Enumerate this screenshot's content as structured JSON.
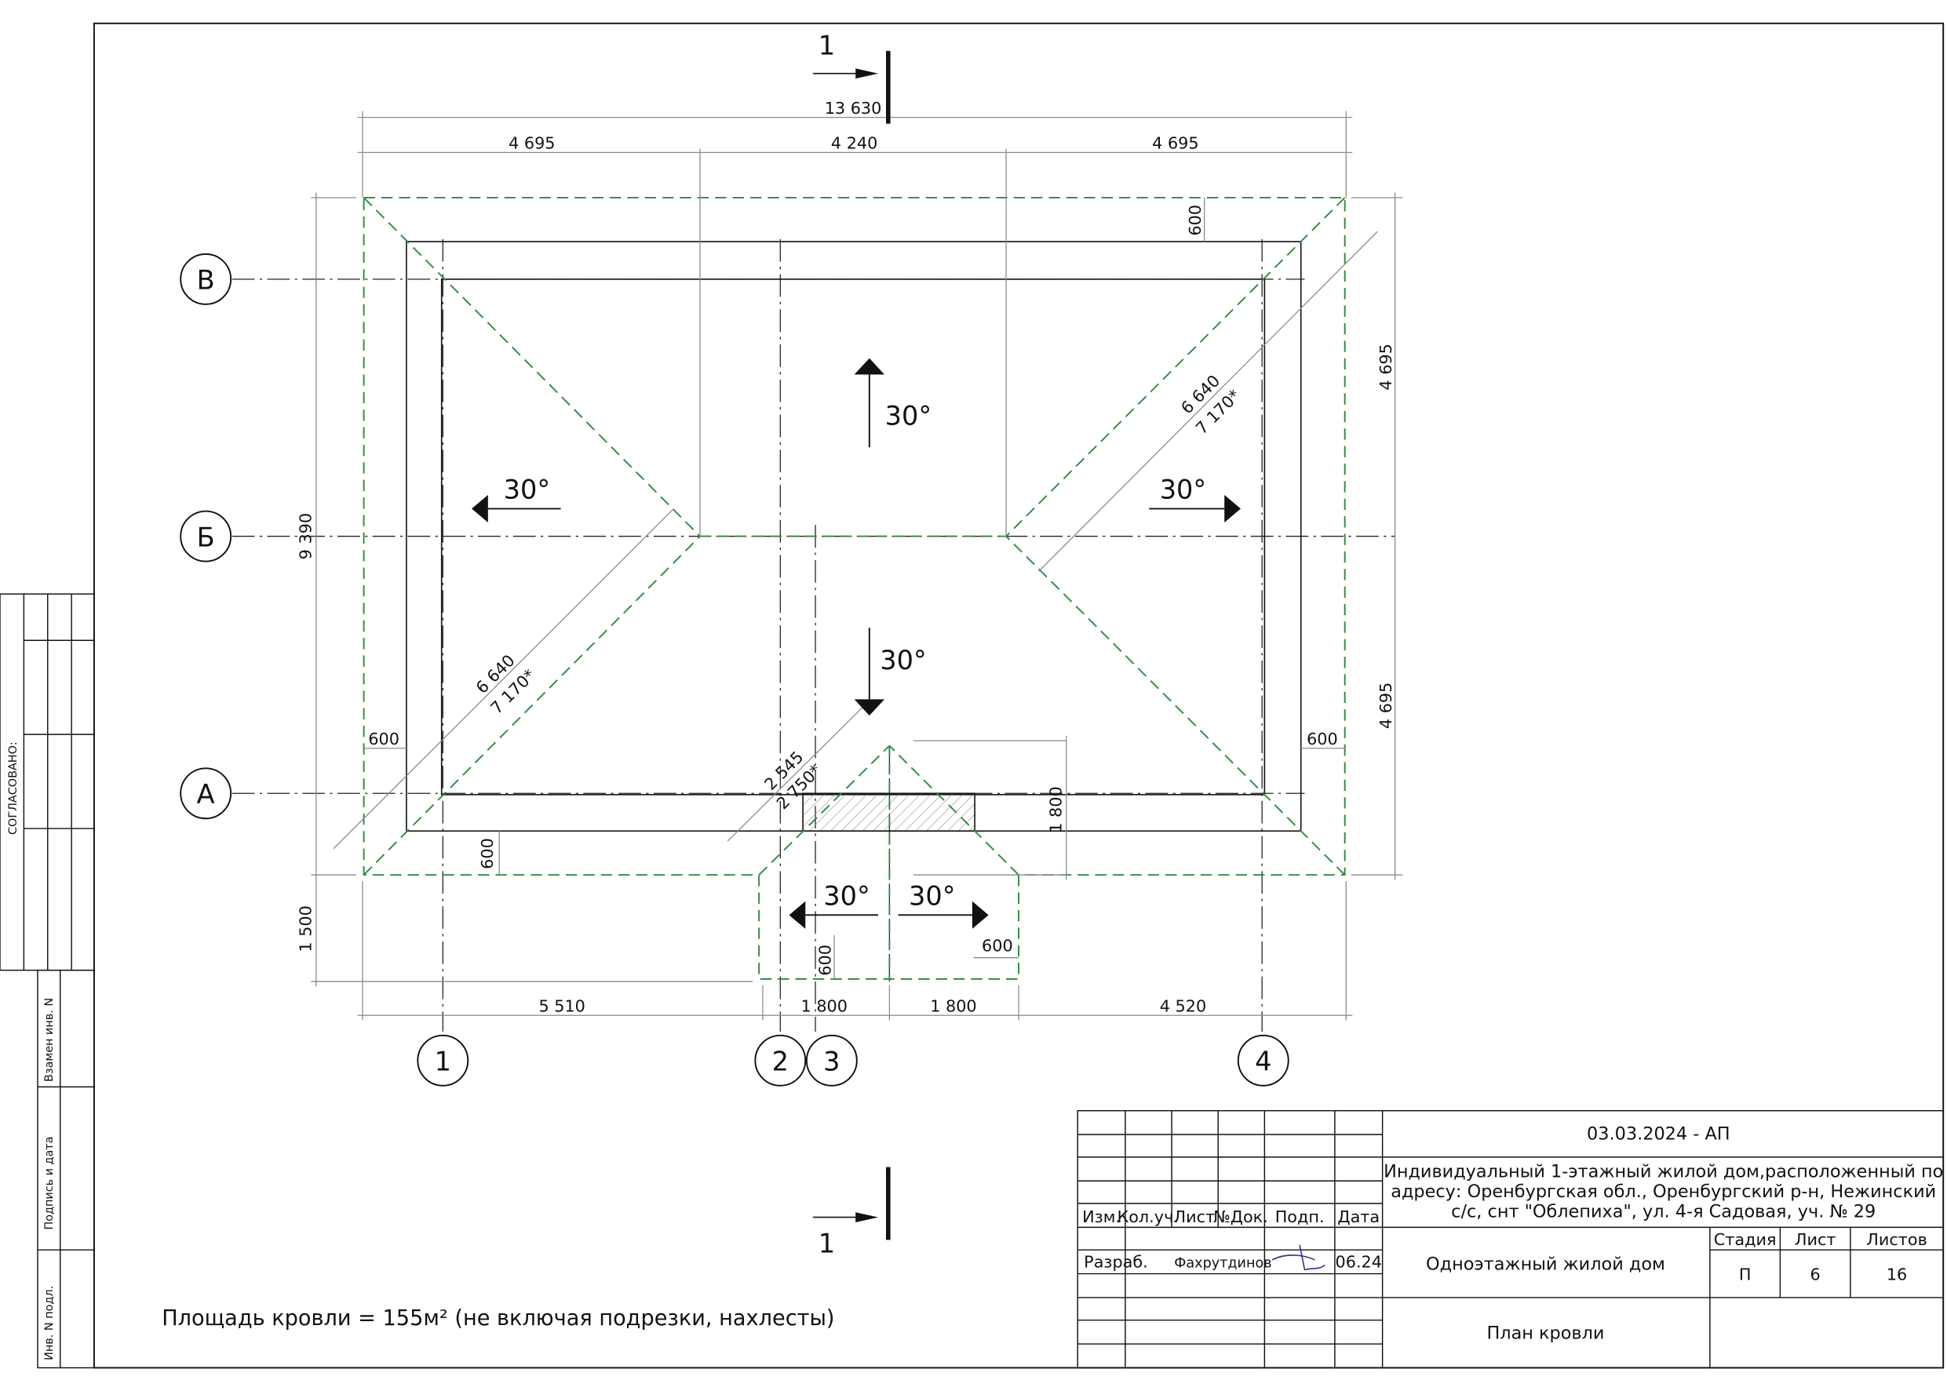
{
  "section": {
    "label_top": "1",
    "label_bottom": "1"
  },
  "dimensions": {
    "overall_width": "13 630",
    "top_segments": [
      "4 695",
      "4 240",
      "4 695"
    ],
    "bottom_segments": [
      "5 510",
      "1 800",
      "1 800",
      "4 520"
    ],
    "left_height": "9 390",
    "left_porch": "1 500",
    "right_segments": [
      "4 695",
      "4 695"
    ],
    "overhangs": [
      "600",
      "600",
      "600",
      "600",
      "600",
      "600"
    ],
    "porch_height": "1 800",
    "hip_ne": [
      "6 640",
      "7 170*"
    ],
    "hip_sw": [
      "6 640",
      "7 170*"
    ],
    "porch_hip": [
      "2 545",
      "2 750*"
    ]
  },
  "slopes": [
    "30°",
    "30°",
    "30°",
    "30°",
    "30°",
    "30°"
  ],
  "axes": {
    "rows": [
      "В",
      "Б",
      "А"
    ],
    "cols": [
      "1",
      "2",
      "3",
      "4"
    ]
  },
  "side_stamp": {
    "agreed": "СОГЛАСОВАНО:",
    "replaced_inv": "Взамен инв. N",
    "sign_date": "Подпись и дата",
    "inv_no": "Инв. N подл."
  },
  "note": "Площадь кровли = 155м² (не включая подрезки, нахлесты)",
  "title_block": {
    "doc_code": "03.03.2024 - АП",
    "project_line1": "Индивидуальный 1-этажный жилой дом,расположенный по",
    "project_line2": "адресу: Оренбургская обл., Оренбургский р-н, Нежинский",
    "project_line3": "с/с, снт \"Облепиха\", ул. 4-я Садовая, уч. № 29",
    "headers": [
      "Изм.",
      "Кол.уч.",
      "Лист",
      "№Док.",
      "Подп.",
      "Дата"
    ],
    "developer_role": "Разраб.",
    "developer_name": "Фахрутдинов",
    "date": "06.24",
    "building": "Одноэтажный жилой дом",
    "stage_label": "Стадия",
    "sheet_label": "Лист",
    "sheets_label": "Листов",
    "stage": "П",
    "sheet": "6",
    "sheets": "16",
    "drawing_title": "План кровли"
  },
  "colors": {
    "green": "#2e8b3e",
    "ink": "#111111",
    "grey": "#8a8a8a"
  }
}
